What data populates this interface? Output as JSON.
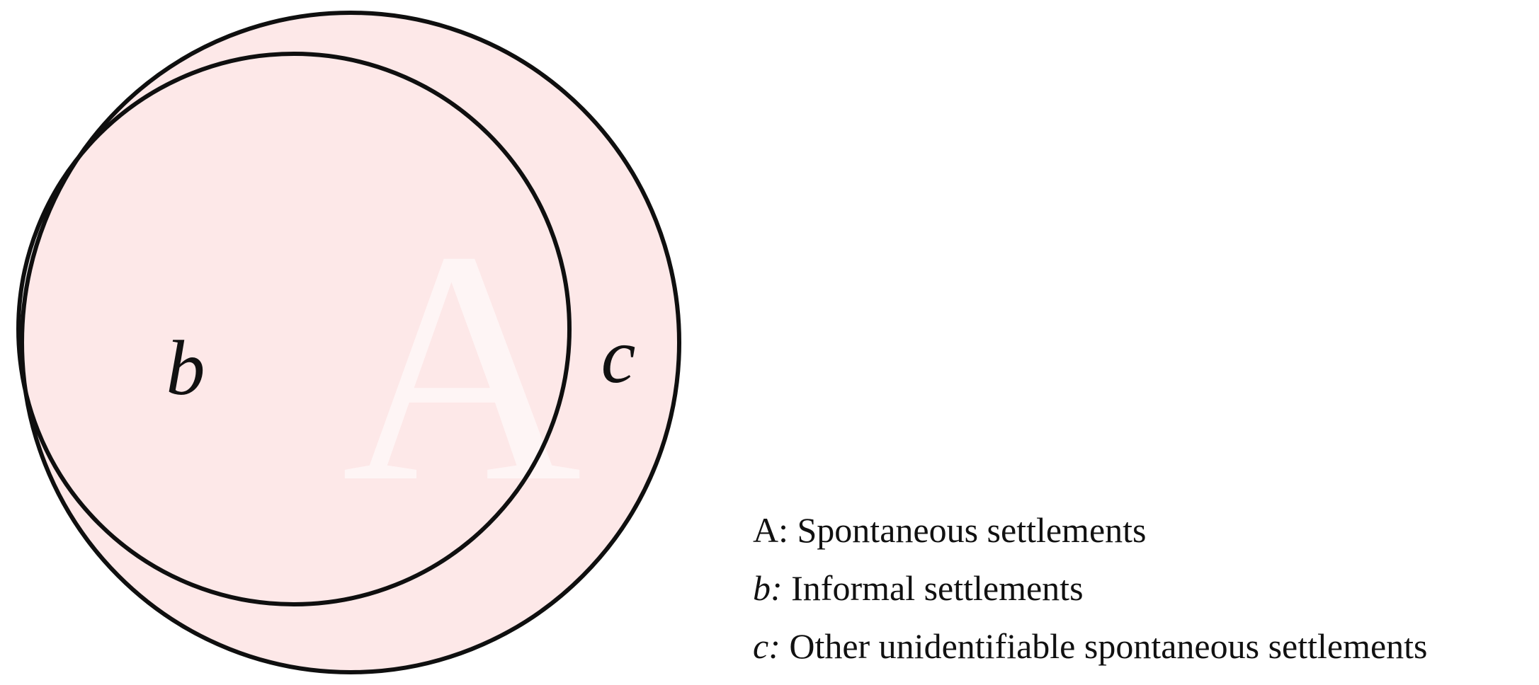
{
  "diagram": {
    "outer_circle_label": "A",
    "inner_circle_label": "b",
    "remainder_label": "c",
    "colors": {
      "fill": "#fde8e8",
      "stroke": "#0f0f0f",
      "watermark": "#ffffff"
    }
  },
  "legend": {
    "items": [
      {
        "key": "A:",
        "text": "Spontaneous settlements"
      },
      {
        "key": "b:",
        "text": "Informal settlements"
      },
      {
        "key": "c:",
        "text": "Other unidentifiable spontaneous settlements"
      }
    ]
  }
}
